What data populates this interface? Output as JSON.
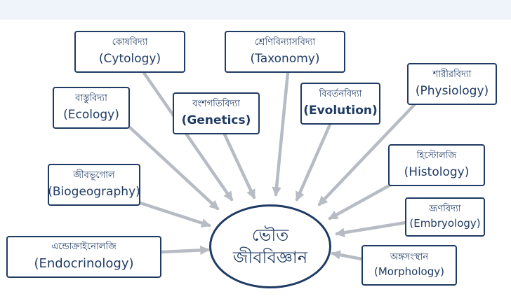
{
  "colors": {
    "border": "#1f3b63",
    "text": "#1f3b63",
    "connector": "#b7bcc4",
    "top_band": "#eef4fa"
  },
  "center": {
    "line1": "ভৌত",
    "line2": "জীববিজ্ঞান"
  },
  "branches": [
    {
      "id": "cytology",
      "bn": "কোষবিদ্যা",
      "en": "(Cytology)"
    },
    {
      "id": "taxonomy",
      "bn": "শ্রেণিবিন্যাসবিদ্যা",
      "en": "(Taxonomy)"
    },
    {
      "id": "ecology",
      "bn": "বাস্তুবিদ্যা",
      "en": "(Ecology)"
    },
    {
      "id": "genetics",
      "bn": "বংশগতিবিদ্যা",
      "en": "(Genetics)"
    },
    {
      "id": "evolution",
      "bn": "বিবর্তনবিদ্যা",
      "en": "(Evolution)"
    },
    {
      "id": "physiology",
      "bn": "শারীরবিদ্যা",
      "en": "(Physiology)"
    },
    {
      "id": "biogeography",
      "bn": "জীবভূগোল",
      "en": "(Biogeography)"
    },
    {
      "id": "histology",
      "bn": "হিস্টোলজি",
      "en": "(Histology)"
    },
    {
      "id": "embryology",
      "bn": "ভ্রূণবিদ্যা",
      "en": "(Embryology)"
    },
    {
      "id": "endocrinology",
      "bn": "এন্ডোক্রাইনোলজি",
      "en": "(Endocrinology)"
    },
    {
      "id": "morphology",
      "bn": "অঙ্গসংস্থান",
      "en": "(Morphology)"
    }
  ]
}
